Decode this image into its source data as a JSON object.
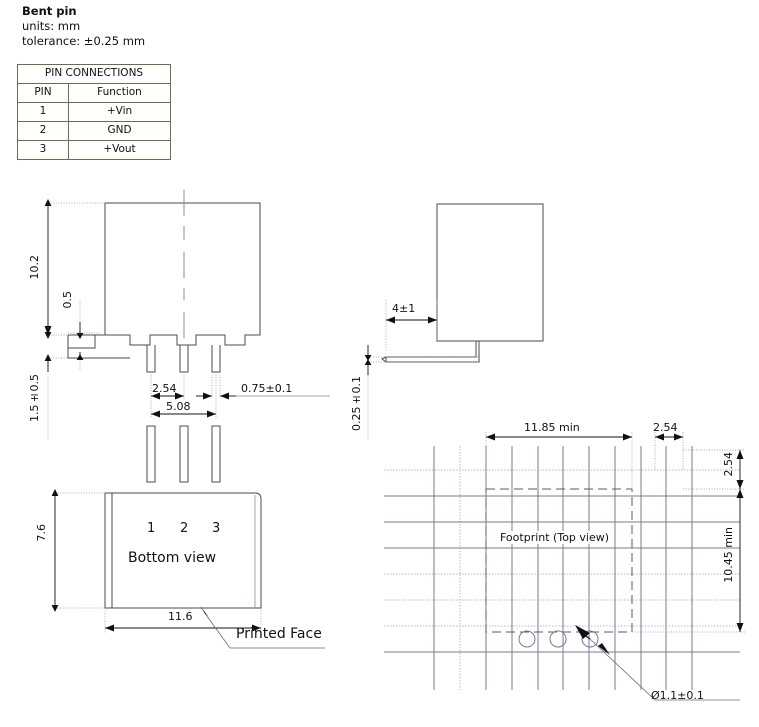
{
  "header": {
    "title": "Bent pin",
    "units": "units: mm",
    "tolerance": "tolerance: ±0.25 mm"
  },
  "pin_table": {
    "title": "PIN CONNECTIONS",
    "columns": [
      "PIN",
      "Function"
    ],
    "rows": [
      [
        "1",
        "+Vin"
      ],
      [
        "2",
        "GND"
      ],
      [
        "3",
        "+Vout"
      ]
    ]
  },
  "front_view": {
    "dim_height_total": "10.2",
    "dim_flange": "0.5",
    "dim_pin_length": "1.5±0.5",
    "dim_pitch_single": "2.54",
    "dim_pitch_double": "5.08",
    "dim_pin_width": "0.75±0.1"
  },
  "side_view": {
    "dim_bend_length": "4±1",
    "dim_pin_thickness": "0.25±0.1"
  },
  "bottom_view": {
    "label": "Bottom view",
    "pin_numbers": [
      "1",
      "2",
      "3"
    ],
    "dim_depth": "7.6",
    "dim_width": "11.6",
    "note_printed_face": "Printed Face"
  },
  "footprint": {
    "label": "Footprint (Top view)",
    "dim_width_min": "11.85 min",
    "dim_offset": "2.54",
    "dim_edge": "2.54",
    "dim_height_min": "10.45 min",
    "hole_callout": "Ø1.1±0.1"
  },
  "colors": {
    "outline": "#4a4a55",
    "grid_solid": "#7a7a95",
    "grid_dotted": "#a9b3e0",
    "dim_line": "#555555",
    "text": "#111111",
    "table_border": "#6b6b4d"
  }
}
